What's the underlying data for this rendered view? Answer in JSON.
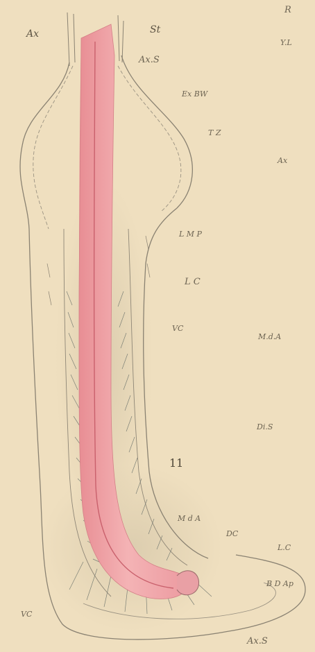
{
  "labels": {
    "ax_top_left": "Ax",
    "st": "St",
    "ax_s_top": "Ax.S",
    "r": "R",
    "yl": "Y.L",
    "ex_bw": "Ex BW",
    "tz": "T Z",
    "ax_right": "Ax",
    "lmp": "L M P",
    "lc_upper": "L C",
    "vc_middle": "VC",
    "mda_right": "M.d.A",
    "dls": "Di.S",
    "numeral": "11",
    "mda_lower": "M d A",
    "dc": "DC",
    "lc_lower": "L.C",
    "bd_ap": "B D Ap",
    "vc_lower": "VC",
    "ax_s_bottom": "Ax.S"
  },
  "colors": {
    "background": "#efdfbf",
    "axis_fill": "#f0a3a6",
    "axis_core": "#d8707a",
    "outline": "#8a8272",
    "hatch": "#7c8076",
    "shadow": "#c8bda3"
  }
}
